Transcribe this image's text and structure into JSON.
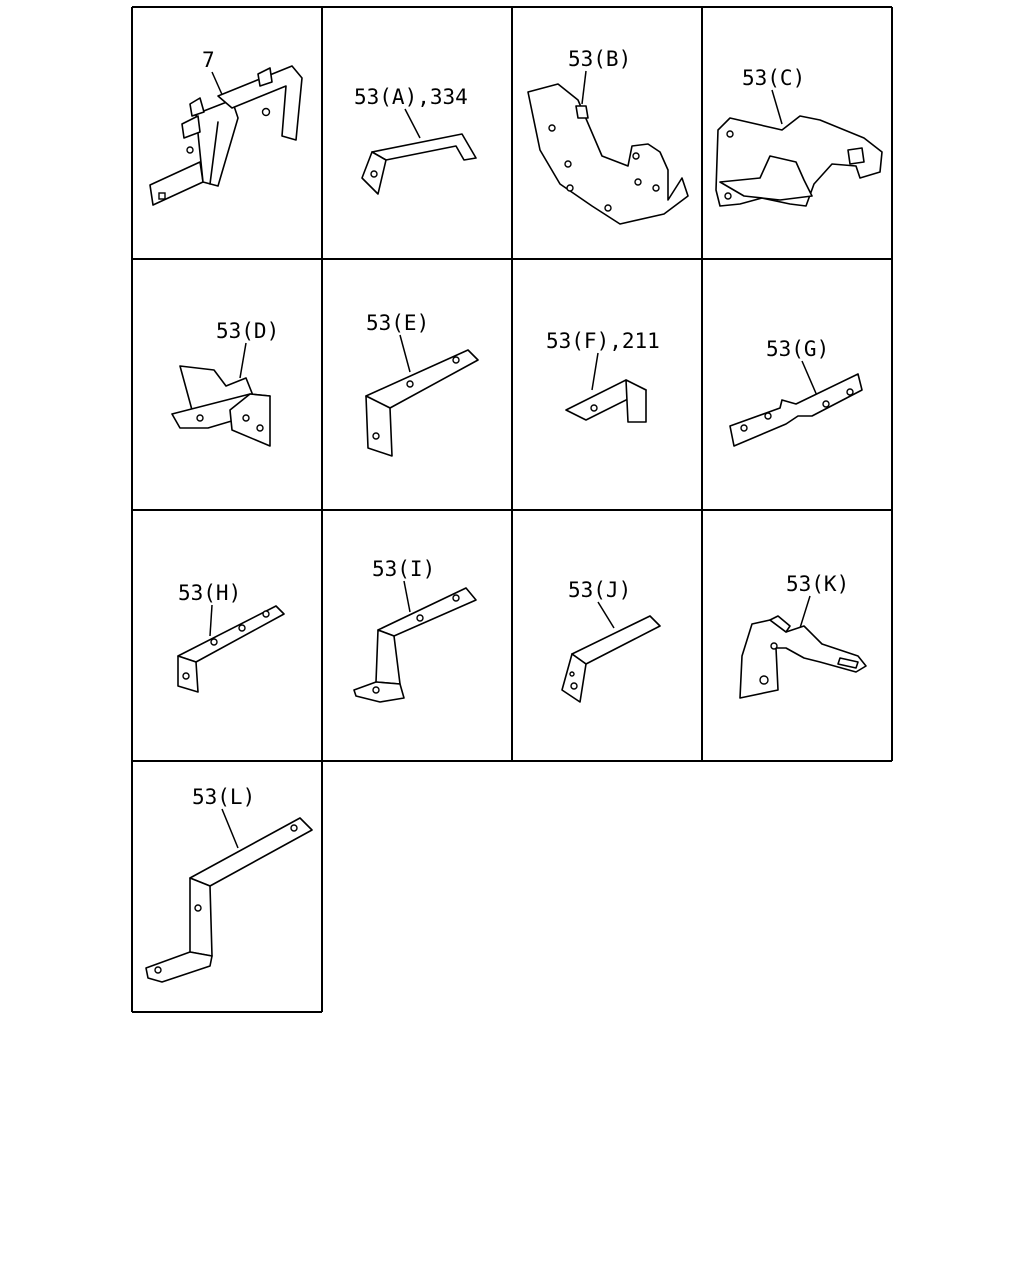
{
  "diagram": {
    "cells": [
      {
        "id": "p7",
        "label": "7"
      },
      {
        "id": "p53a",
        "label": "53(A),334"
      },
      {
        "id": "p53b",
        "label": "53(B)"
      },
      {
        "id": "p53c",
        "label": "53(C)"
      },
      {
        "id": "p53d",
        "label": "53(D)"
      },
      {
        "id": "p53e",
        "label": "53(E)"
      },
      {
        "id": "p53f",
        "label": "53(F),211"
      },
      {
        "id": "p53g",
        "label": "53(G)"
      },
      {
        "id": "p53h",
        "label": "53(H)"
      },
      {
        "id": "p53i",
        "label": "53(I)"
      },
      {
        "id": "p53j",
        "label": "53(J)"
      },
      {
        "id": "p53k",
        "label": "53(K)"
      },
      {
        "id": "p53l",
        "label": "53(L)"
      }
    ]
  }
}
